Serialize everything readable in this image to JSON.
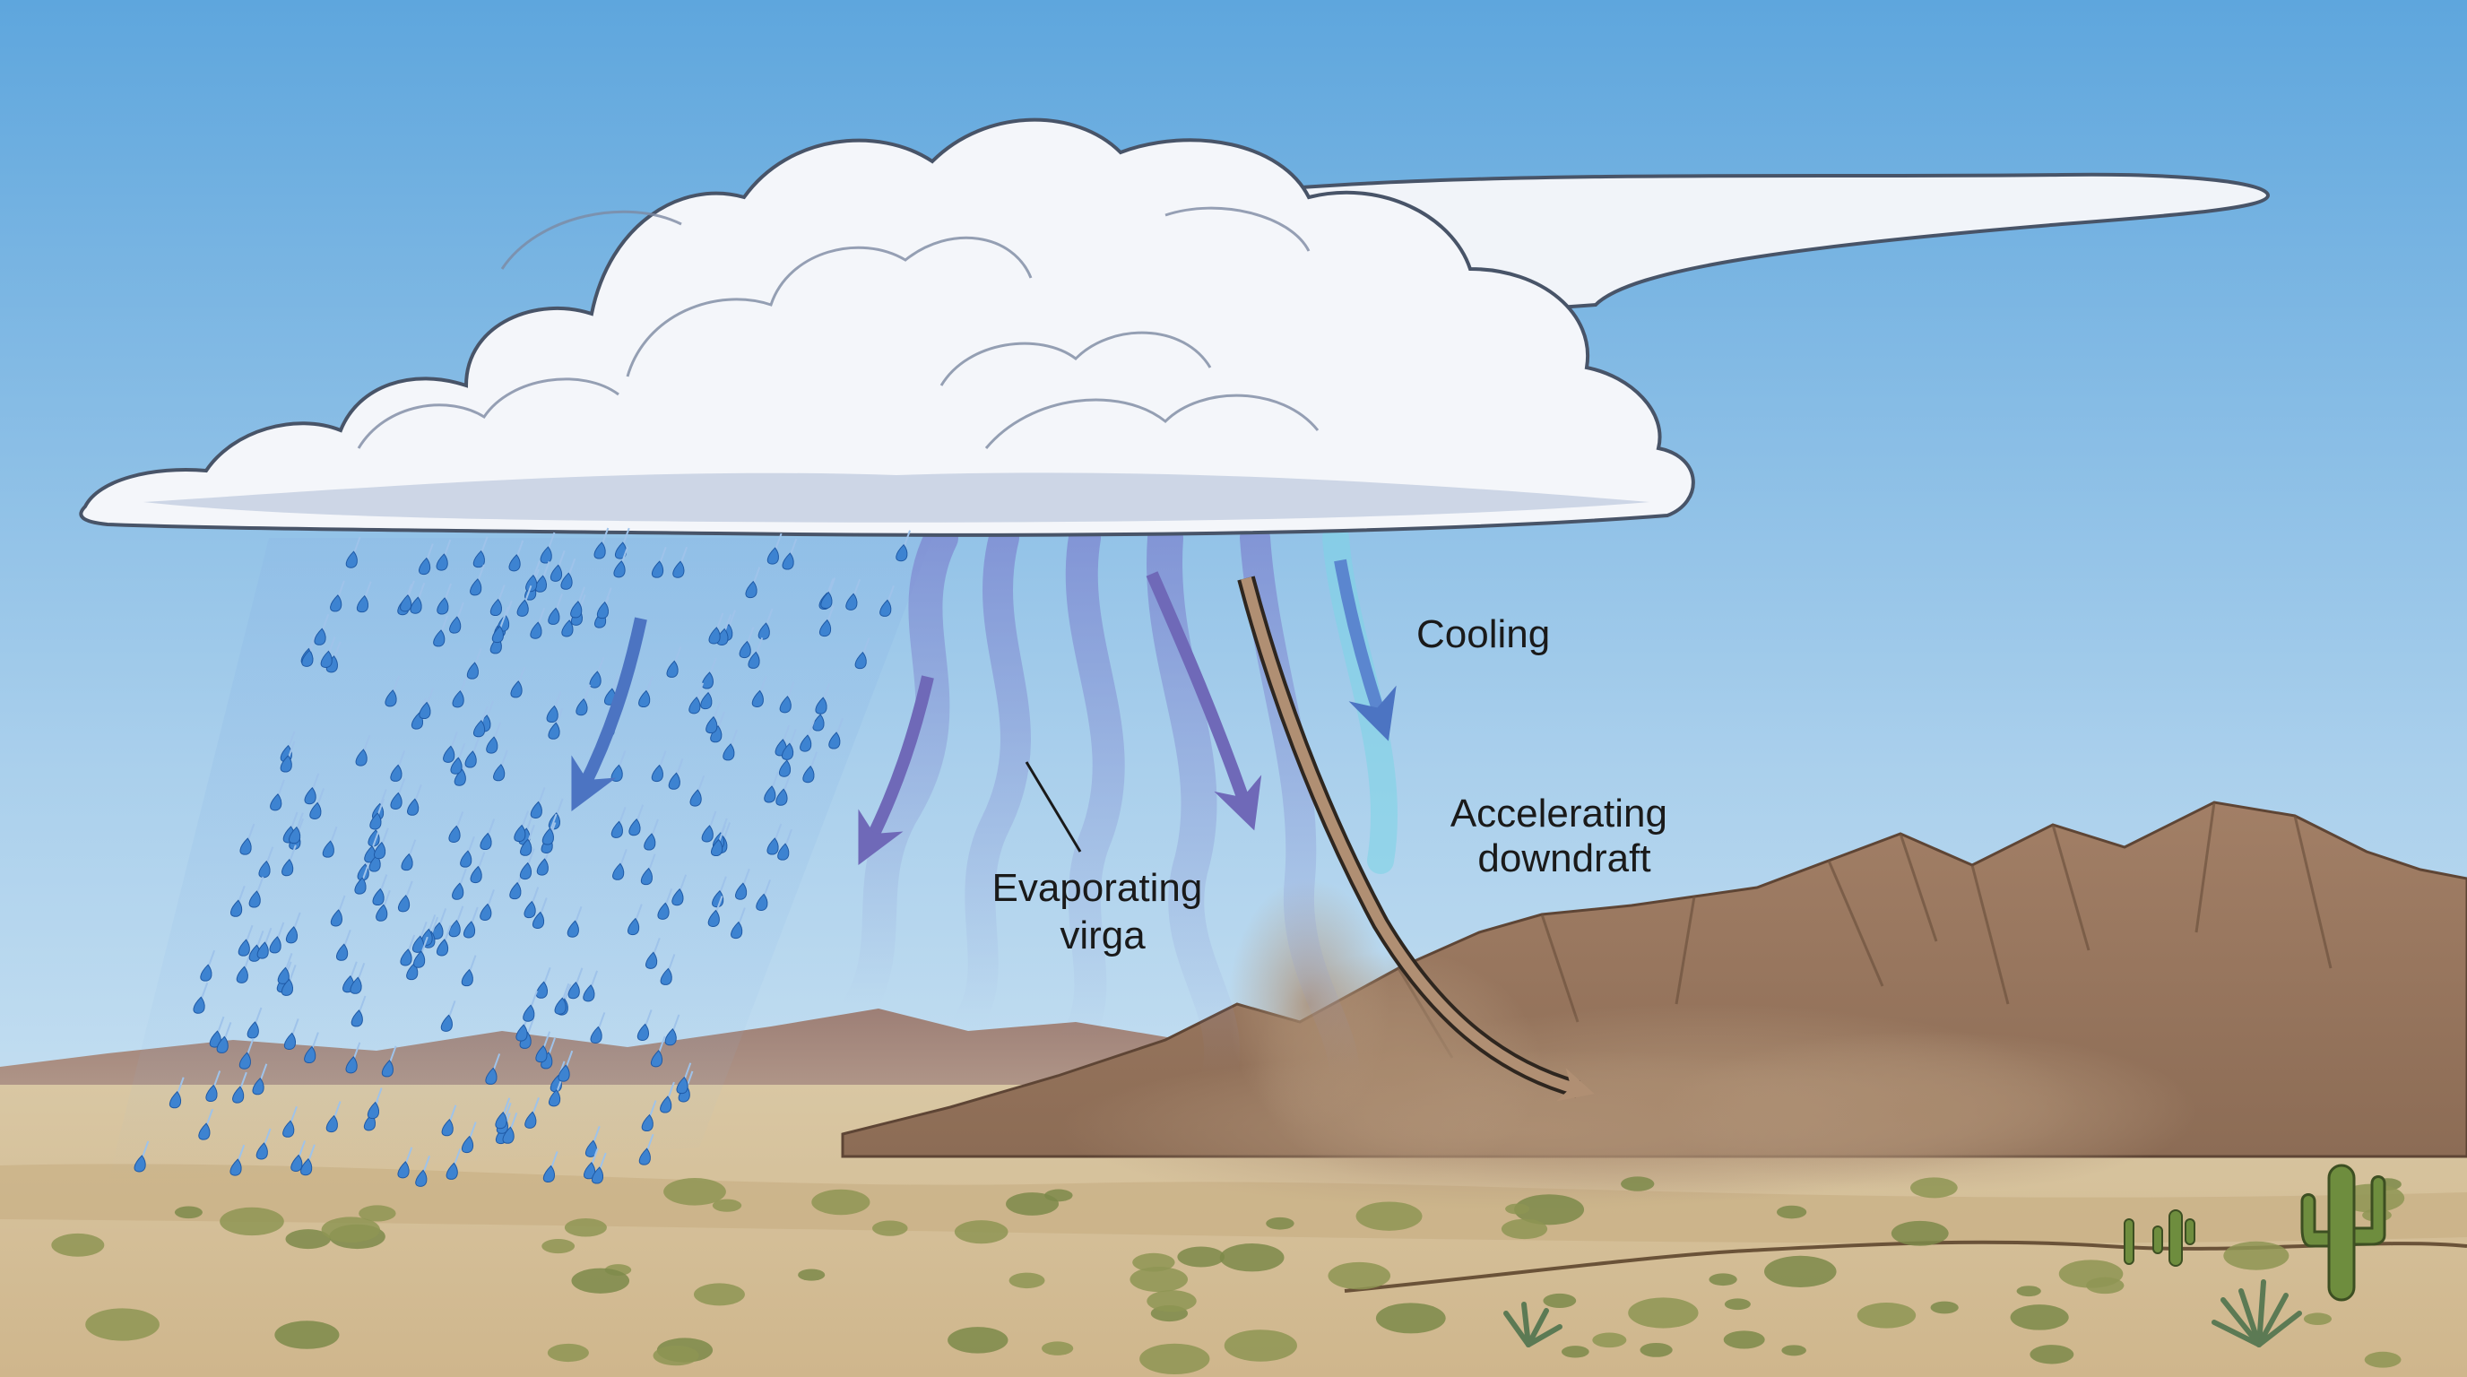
{
  "labels": {
    "cooling": "Cooling",
    "downdraft_line1": "Accelerating",
    "downdraft_line2": "downdraft",
    "virga_line1": "Evaporating",
    "virga_line2": "virga"
  },
  "colors": {
    "sky_top": "#5ea6dd",
    "sky_bottom": "#d2e7f3",
    "cloud": "#f4f6fa",
    "cloud_shadow": "#c9d3e3",
    "rain": "#3d83d1",
    "arrow_blue": "#5b86cf",
    "arrow_purple": "#7f7bc4",
    "mountain": "#9a7a63",
    "dust": "#b5957a",
    "ground": "#d6c09a",
    "shrub": "#7d8a4a",
    "cactus": "#6e8d3e"
  }
}
